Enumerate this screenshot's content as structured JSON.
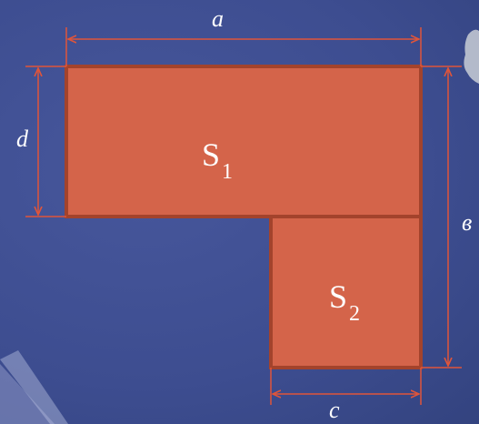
{
  "diagram": {
    "dimension_labels": {
      "top_width": "a",
      "left_height": "d",
      "right_height": "в",
      "bottom_width": "c"
    },
    "regions": [
      {
        "id": "S1",
        "main": "S",
        "sub": "1"
      },
      {
        "id": "S2",
        "main": "S",
        "sub": "2"
      }
    ],
    "colors": {
      "background": "#3f4f93",
      "shape_fill": "#d4644a",
      "shape_stroke": "#a3432c",
      "dimension_line": "#e0553a",
      "text": "#ffffff"
    }
  }
}
